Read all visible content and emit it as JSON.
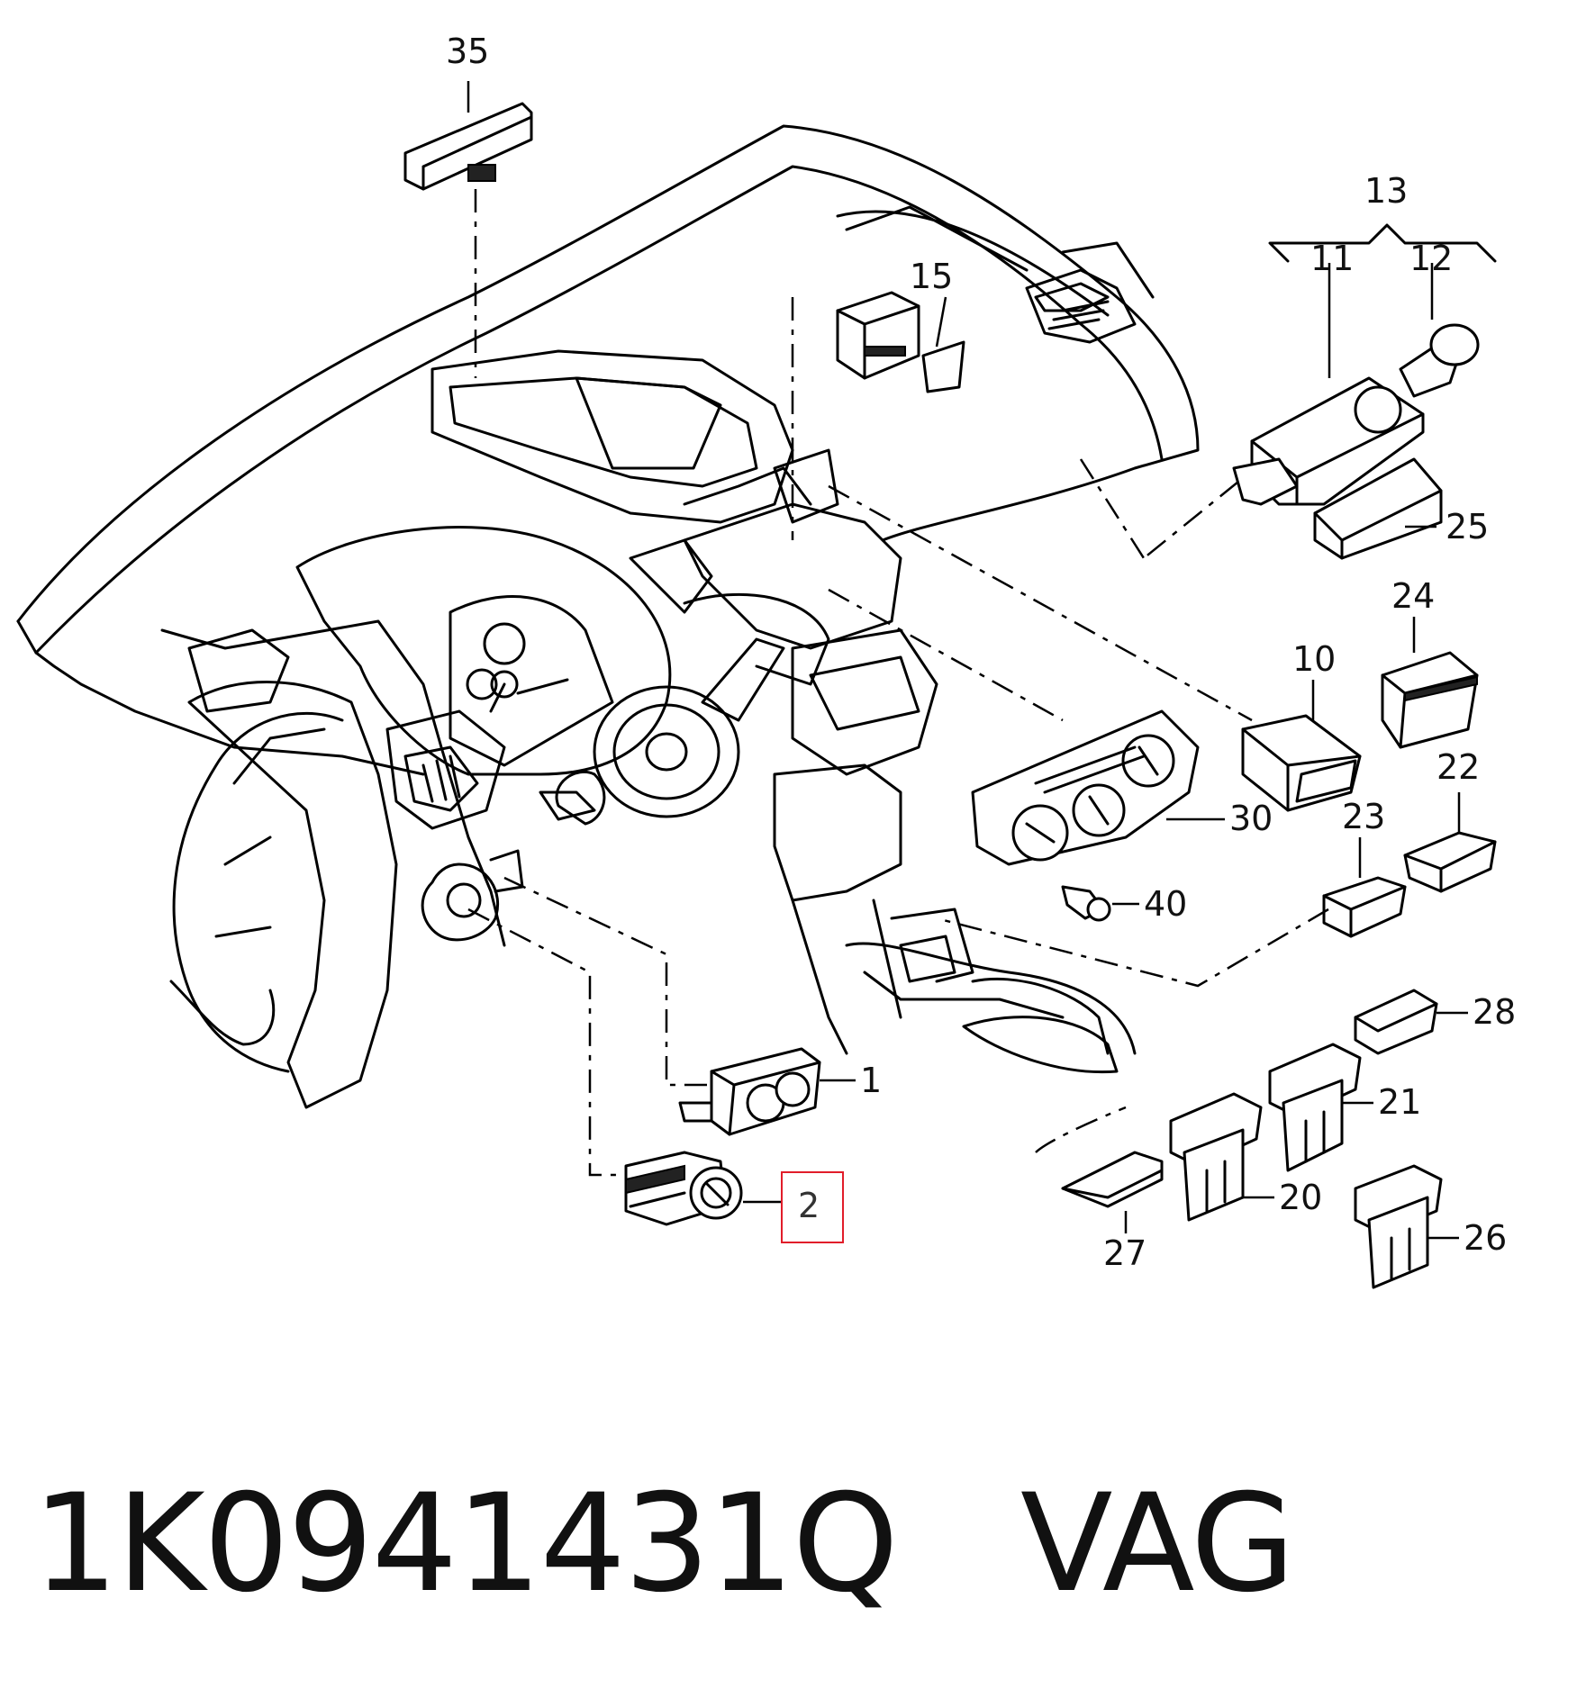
{
  "callouts": {
    "c35": "35",
    "c13": "13",
    "c11": "11",
    "c12": "12",
    "c15": "15",
    "c25": "25",
    "c24": "24",
    "c10": "10",
    "c22": "22",
    "c23": "23",
    "c30": "30",
    "c40": "40",
    "c28": "28",
    "c21": "21",
    "c1": "1",
    "c2": "2",
    "c20": "20",
    "c26": "26",
    "c27": "27"
  },
  "highlight": {
    "label": "2",
    "color": "#e11d2a"
  },
  "caption": {
    "part_number": "1K0941431Q",
    "brand": "VAG"
  }
}
